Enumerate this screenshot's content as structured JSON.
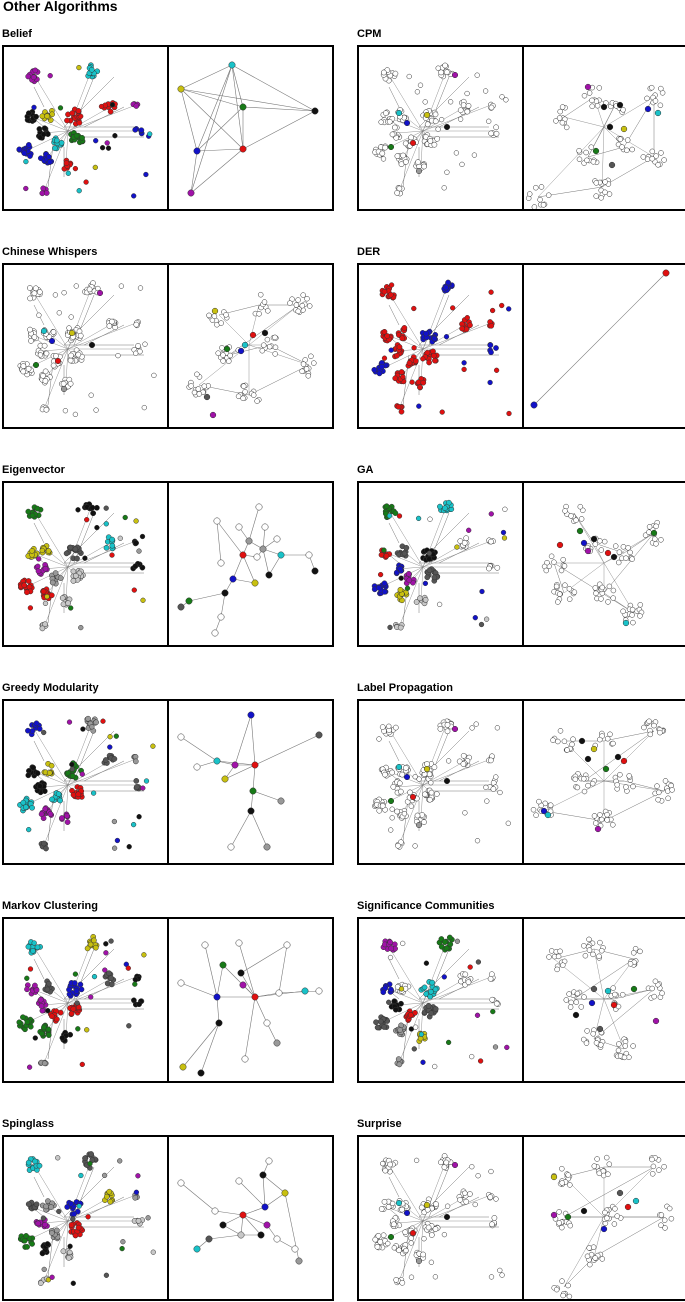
{
  "page": {
    "title": "Other Algorithms"
  },
  "panels": [
    {
      "name": "Belief"
    },
    {
      "name": "CPM"
    },
    {
      "name": "Chinese Whispers"
    },
    {
      "name": "DER"
    },
    {
      "name": "Eigenvector"
    },
    {
      "name": "GA"
    },
    {
      "name": "Greedy Modularity"
    },
    {
      "name": "Label Propagation"
    },
    {
      "name": "Markov Clustering"
    },
    {
      "name": "Significance Communities"
    },
    {
      "name": "Spinglass"
    },
    {
      "name": "Surprise"
    }
  ],
  "palette": {
    "red": "#e01010",
    "green": "#177a17",
    "blue": "#1212c8",
    "cyan": "#19c2c8",
    "yellow": "#c8c010",
    "magenta": "#a012a8",
    "black": "#111111",
    "dark": "#555555",
    "grey": "#999999",
    "light": "#c8c8c8",
    "white": "#ffffff",
    "edge": "#777777"
  }
}
